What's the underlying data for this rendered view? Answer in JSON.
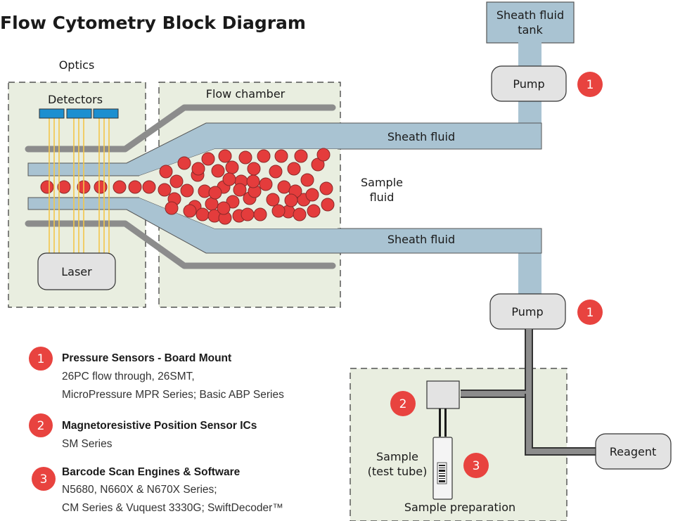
{
  "title": "Flow Cytometry Block Diagram",
  "colors": {
    "panel": "#e9eee0",
    "fluid": "#a9c3d2",
    "pipe": "#7f7f7f",
    "cell": "#e43c3c",
    "badge": "#e8433f",
    "detector": "#1c8fd0",
    "laser_line": "#f3c64a",
    "box": "#e3e3e3"
  },
  "labels": {
    "optics": "Optics",
    "detectors": "Detectors",
    "flow_chamber": "Flow chamber",
    "laser": "Laser",
    "sheath_tank_line1": "Sheath fluid",
    "sheath_tank_line2": "tank",
    "pump_top": "Pump",
    "pump_bottom": "Pump",
    "sheath_fluid_top": "Sheath fluid",
    "sheath_fluid_bottom": "Sheath fluid",
    "sample_fluid_line1": "Sample",
    "sample_fluid_line2": "fluid",
    "sample_line1": "Sample",
    "sample_line2": "(test tube)",
    "sample_preparation": "Sample preparation",
    "reagent": "Reagent"
  },
  "badges": {
    "pump_top": "1",
    "pump_bottom": "1",
    "mixer": "2",
    "tube": "3"
  },
  "legend": [
    {
      "num": "1",
      "title": "Pressure Sensors - Board Mount",
      "lines": [
        "26PC flow through, 26SMT,",
        "MicroPressure MPR Series; Basic ABP Series"
      ]
    },
    {
      "num": "2",
      "title": "Magnetoresistive Position Sensor ICs",
      "lines": [
        "SM Series"
      ]
    },
    {
      "num": "3",
      "title": "Barcode Scan Engines & Software",
      "lines": [
        "N5680, N660X & N670X Series;",
        "CM Series & Vuquest 3330G; SwiftDecoder™"
      ]
    }
  ]
}
